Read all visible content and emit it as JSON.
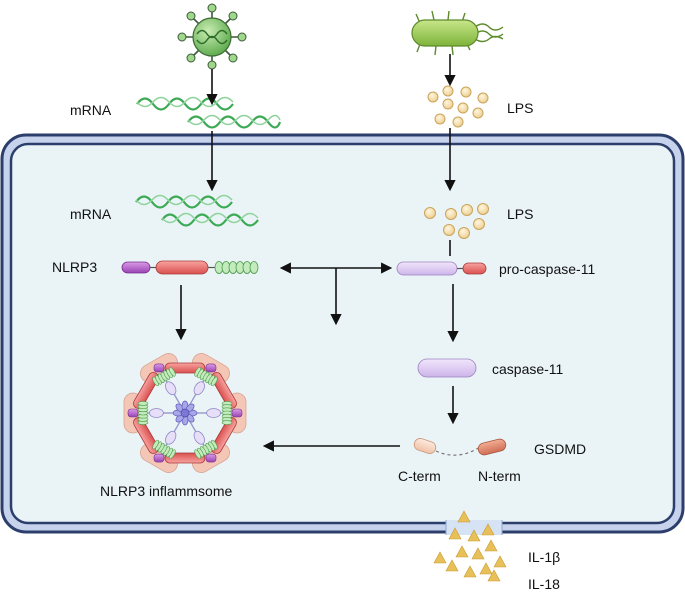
{
  "labels": {
    "mrna_outside": "mRNA",
    "lps_outside": "LPS",
    "mrna_inside": "mRNA",
    "lps_inside": "LPS",
    "nlrp3": "NLRP3",
    "pro_caspase": "pro-caspase-11",
    "caspase": "caspase-11",
    "gsdmd": "GSDMD",
    "c_term": "C-term",
    "n_term": "N-term",
    "inflammasome": "NLRP3 inflammsome",
    "il1b": "IL-1β",
    "il18": "IL-18"
  },
  "colors": {
    "membrane_outer": "#2c3e6b",
    "membrane_fill": "#c7d3ec",
    "cytoplasm": "#eaf4f7",
    "rna": "#3caa55",
    "lps_bead": "#f6e2b2",
    "bacterium": "#9fcc55",
    "virus": "#7ec46a",
    "nlrp3_pyd": "#b05bc7",
    "nlrp3_nacht": "#e86a6a",
    "nlrp3_lrr": "#9fd79a",
    "caspase": "#dcc8f0",
    "gsdmd_c": "#f7d8c8",
    "gsdmd_n": "#e0876a",
    "cytokine": "#e8c05a",
    "pore": "#d6e3f5"
  }
}
